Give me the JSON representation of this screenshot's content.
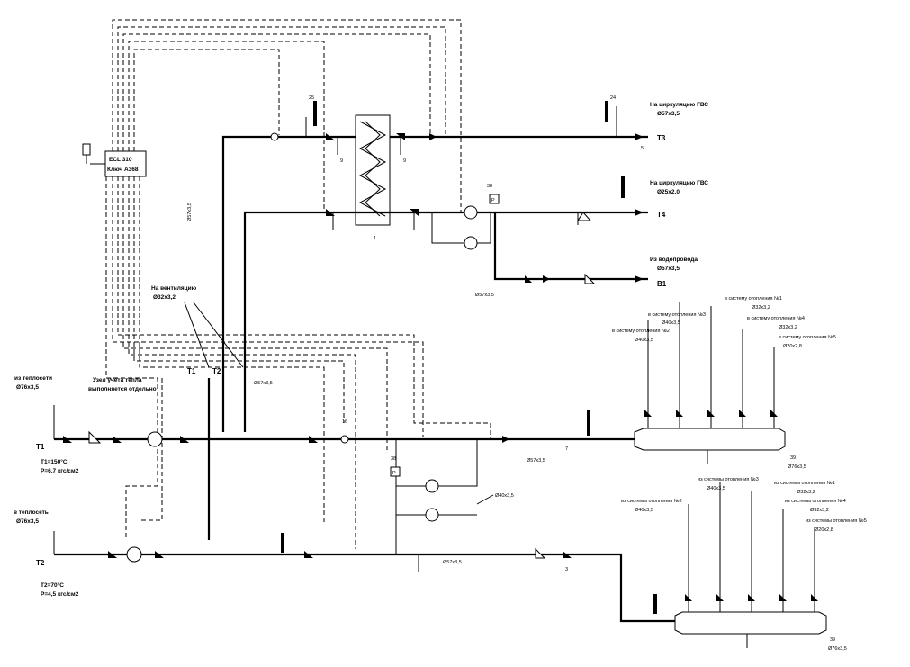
{
  "controller": {
    "line1": "ECL 310",
    "line2": "Ключ А368"
  },
  "outputs": {
    "t3": {
      "title": "На циркуляцию ГВС",
      "pipe": "Ø57х3,5",
      "code": "Т3"
    },
    "t4": {
      "title": "На циркуляцию ГВС",
      "pipe": "Ø25х2,0",
      "code": "Т4"
    },
    "b1": {
      "title": "Из водопровода",
      "pipe": "Ø57х3,5",
      "code": "В1"
    }
  },
  "inlets": {
    "t1": {
      "title": "из теплосети",
      "pipe": "Ø76х3,5",
      "code": "Т1",
      "temp": "Т1=150°С",
      "pressure": "Р=6,7 кгс/см2"
    },
    "t2": {
      "title": "в теплосеть",
      "pipe": "Ø76х3,5",
      "code": "Т2",
      "temp": "Т2=70°С",
      "pressure": "Р=4,5 кгс/см2"
    }
  },
  "notes": {
    "ventilation": "На вентиляцию",
    "ventilation_pipe": "Ø32х3,2",
    "meter_line1": "Узел учёта тепла",
    "meter_line2": "выполняется отдельно",
    "t1_riser": "Т1",
    "t2_riser": "Т2"
  },
  "pipes": {
    "d57_a": "Ø57х3,5",
    "d57_b": "Ø57х3,5",
    "d57_c": "Ø57х3,5",
    "d57_d": "Ø57х3,5",
    "d57_e": "Ø57х3,5",
    "d40": "Ø40х3,5"
  },
  "supply_branches": [
    {
      "name": "в систему отопления №3",
      "pipe": "Ø40х3,5"
    },
    {
      "name": "в систему отопления №1",
      "pipe": "Ø32х3,2"
    },
    {
      "name": "в систему отопления №4",
      "pipe": "Ø32х3,2"
    },
    {
      "name": "в систему отопления №2",
      "pipe": "Ø40х3,5"
    },
    {
      "name": "в систему отопления №5",
      "pipe": "Ø20х2,8"
    }
  ],
  "return_branches": [
    {
      "name": "из системы отопления №3",
      "pipe": "Ø40х3,5"
    },
    {
      "name": "из системы отопления №1",
      "pipe": "Ø32х3,2"
    },
    {
      "name": "из системы отопления №2",
      "pipe": "Ø40х3,5"
    },
    {
      "name": "из системы отопления №4",
      "pipe": "Ø32х3,2"
    },
    {
      "name": "из системы отопления №5",
      "pipe": "Ø20х2,8"
    }
  ],
  "headers": {
    "supply": {
      "num": "39",
      "pipe": "Ø76х3,5"
    },
    "return": {
      "num": "39",
      "pipe": "Ø76х3,5"
    }
  },
  "position_numbers": {
    "p_hx": "1",
    "p_3": "3",
    "p_5": "5",
    "p_7": "7",
    "p_9": "9",
    "p_16": "16",
    "p_24": "24",
    "p_25": "25",
    "p_38": "38"
  }
}
